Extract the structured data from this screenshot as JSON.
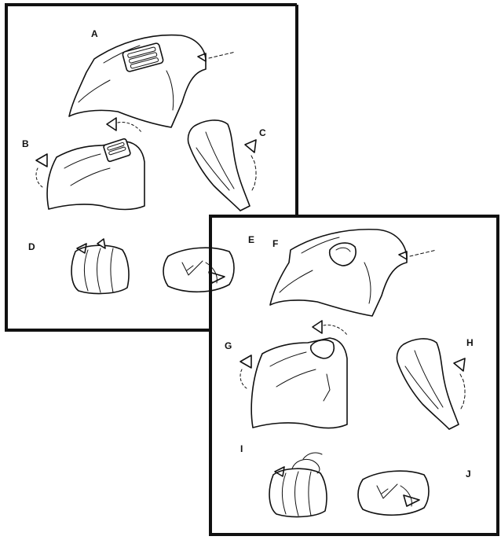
{
  "figure": {
    "panels": [
      {
        "id": "A",
        "label": "A"
      },
      {
        "id": "B",
        "label": "B"
      },
      {
        "id": "C",
        "label": "C"
      },
      {
        "id": "D",
        "label": "D"
      },
      {
        "id": "E",
        "label": "E"
      },
      {
        "id": "F",
        "label": "F"
      },
      {
        "id": "G",
        "label": "G"
      },
      {
        "id": "H",
        "label": "H"
      },
      {
        "id": "I",
        "label": "I"
      },
      {
        "id": "J",
        "label": "J"
      }
    ],
    "ink_color": "#111111",
    "background_color": "#ffffff"
  }
}
